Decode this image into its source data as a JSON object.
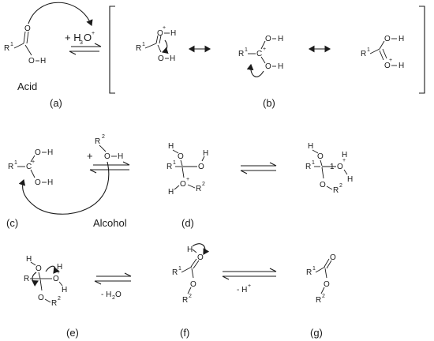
{
  "labels": {
    "acid": "Acid",
    "alcohol": "Alcohol",
    "h3o_plus": "+ H",
    "h3o_sub": "3",
    "h3o_tail": "O",
    "plus": "+",
    "minus_h2o": "- H",
    "minus_h2o_sub": "2",
    "minus_h2o_tail": "O",
    "minus_h": "- H",
    "plus_sign": "+"
  },
  "atoms": {
    "R": "R",
    "O": "O",
    "H": "H",
    "C": "C",
    "one": "1",
    "two": "2"
  },
  "captions": {
    "a": "(a)",
    "b": "(b)",
    "c": "(c)",
    "d": "(d)",
    "e": "(e)",
    "f": "(f)",
    "g": "(g)"
  }
}
